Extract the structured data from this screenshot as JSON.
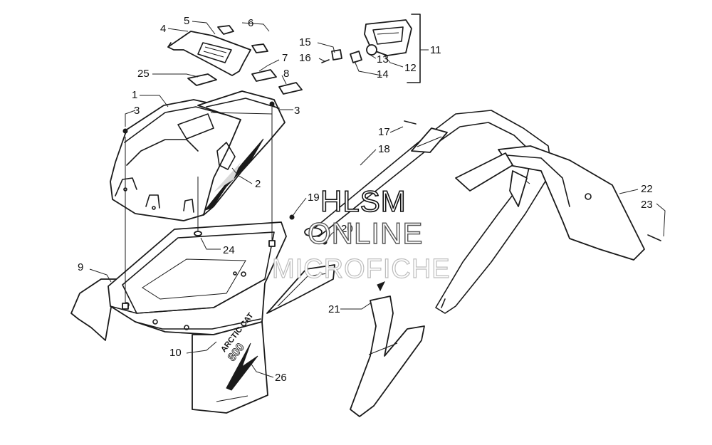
{
  "callouts": [
    {
      "id": "c1",
      "label": "1"
    },
    {
      "id": "c2",
      "label": "2"
    },
    {
      "id": "c3a",
      "label": "3"
    },
    {
      "id": "c3b",
      "label": "3"
    },
    {
      "id": "c4",
      "label": "4"
    },
    {
      "id": "c5",
      "label": "5"
    },
    {
      "id": "c6",
      "label": "6"
    },
    {
      "id": "c7",
      "label": "7"
    },
    {
      "id": "c8",
      "label": "8"
    },
    {
      "id": "c9",
      "label": "9"
    },
    {
      "id": "c10",
      "label": "10"
    },
    {
      "id": "c11",
      "label": "11"
    },
    {
      "id": "c12",
      "label": "12"
    },
    {
      "id": "c13",
      "label": "13"
    },
    {
      "id": "c14",
      "label": "14"
    },
    {
      "id": "c15",
      "label": "15"
    },
    {
      "id": "c16",
      "label": "16"
    },
    {
      "id": "c17",
      "label": "17"
    },
    {
      "id": "c18",
      "label": "18"
    },
    {
      "id": "c19",
      "label": "19"
    },
    {
      "id": "c20",
      "label": "20"
    },
    {
      "id": "c21",
      "label": "21"
    },
    {
      "id": "c22",
      "label": "22"
    },
    {
      "id": "c23",
      "label": "23"
    },
    {
      "id": "c24",
      "label": "24"
    },
    {
      "id": "c25",
      "label": "25"
    },
    {
      "id": "c26",
      "label": "26"
    }
  ],
  "watermark": {
    "line1": "HLSM",
    "line2": "ONLINE",
    "line3": "MICROFICHE"
  },
  "decals": {
    "brand": "ARCTIC CAT",
    "model": "800"
  }
}
